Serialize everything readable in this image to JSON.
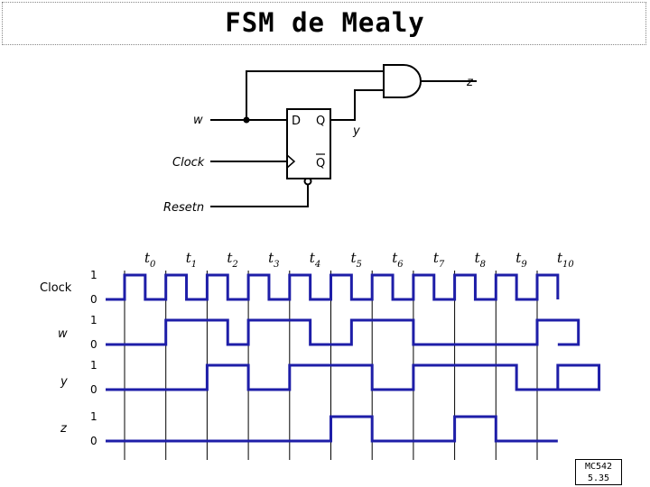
{
  "title": "FSM de Mealy",
  "circuit": {
    "input_w": "w",
    "input_clock": "Clock",
    "input_reset": "Resetn",
    "ff_d": "D",
    "ff_q": "Q",
    "ff_qbar": "Q",
    "output_z": "z",
    "state_y": "y"
  },
  "time_marks": [
    {
      "base": "t",
      "sub": "0"
    },
    {
      "base": "t",
      "sub": "1"
    },
    {
      "base": "t",
      "sub": "2"
    },
    {
      "base": "t",
      "sub": "3"
    },
    {
      "base": "t",
      "sub": "4"
    },
    {
      "base": "t",
      "sub": "5"
    },
    {
      "base": "t",
      "sub": "6"
    },
    {
      "base": "t",
      "sub": "7"
    },
    {
      "base": "t",
      "sub": "8"
    },
    {
      "base": "t",
      "sub": "9"
    },
    {
      "base": "t",
      "sub": "10"
    }
  ],
  "signals": [
    {
      "name": "Clock",
      "high": "1",
      "low": "0",
      "style": "roman"
    },
    {
      "name": "w",
      "high": "1",
      "low": "0",
      "style": "italic",
      "values": [
        0,
        0,
        0,
        1,
        1,
        1,
        0,
        1,
        1,
        1,
        0,
        0,
        1,
        1,
        1,
        0,
        0,
        0,
        0,
        0,
        0,
        1,
        1,
        0,
        0,
        0
      ]
    },
    {
      "name": "y",
      "high": "1",
      "low": "0",
      "style": "italic",
      "values": [
        0,
        0,
        0,
        0,
        0,
        1,
        1,
        0,
        0,
        1,
        1,
        1,
        1,
        0,
        0,
        1,
        1,
        1,
        1,
        1,
        0,
        0,
        1,
        1,
        0,
        0
      ]
    },
    {
      "name": "z",
      "high": "1",
      "low": "0",
      "style": "italic",
      "values": [
        0,
        0,
        0,
        0,
        0,
        0,
        0,
        0,
        0,
        0,
        0,
        1,
        1,
        0,
        0,
        0,
        0,
        1,
        1,
        0,
        0,
        0,
        0,
        0,
        0,
        0
      ]
    }
  ],
  "slide_number": {
    "line1": "MC542",
    "line2": "5.35"
  },
  "colors": {
    "wave": "#1e1ea8",
    "grid": "#000000"
  }
}
